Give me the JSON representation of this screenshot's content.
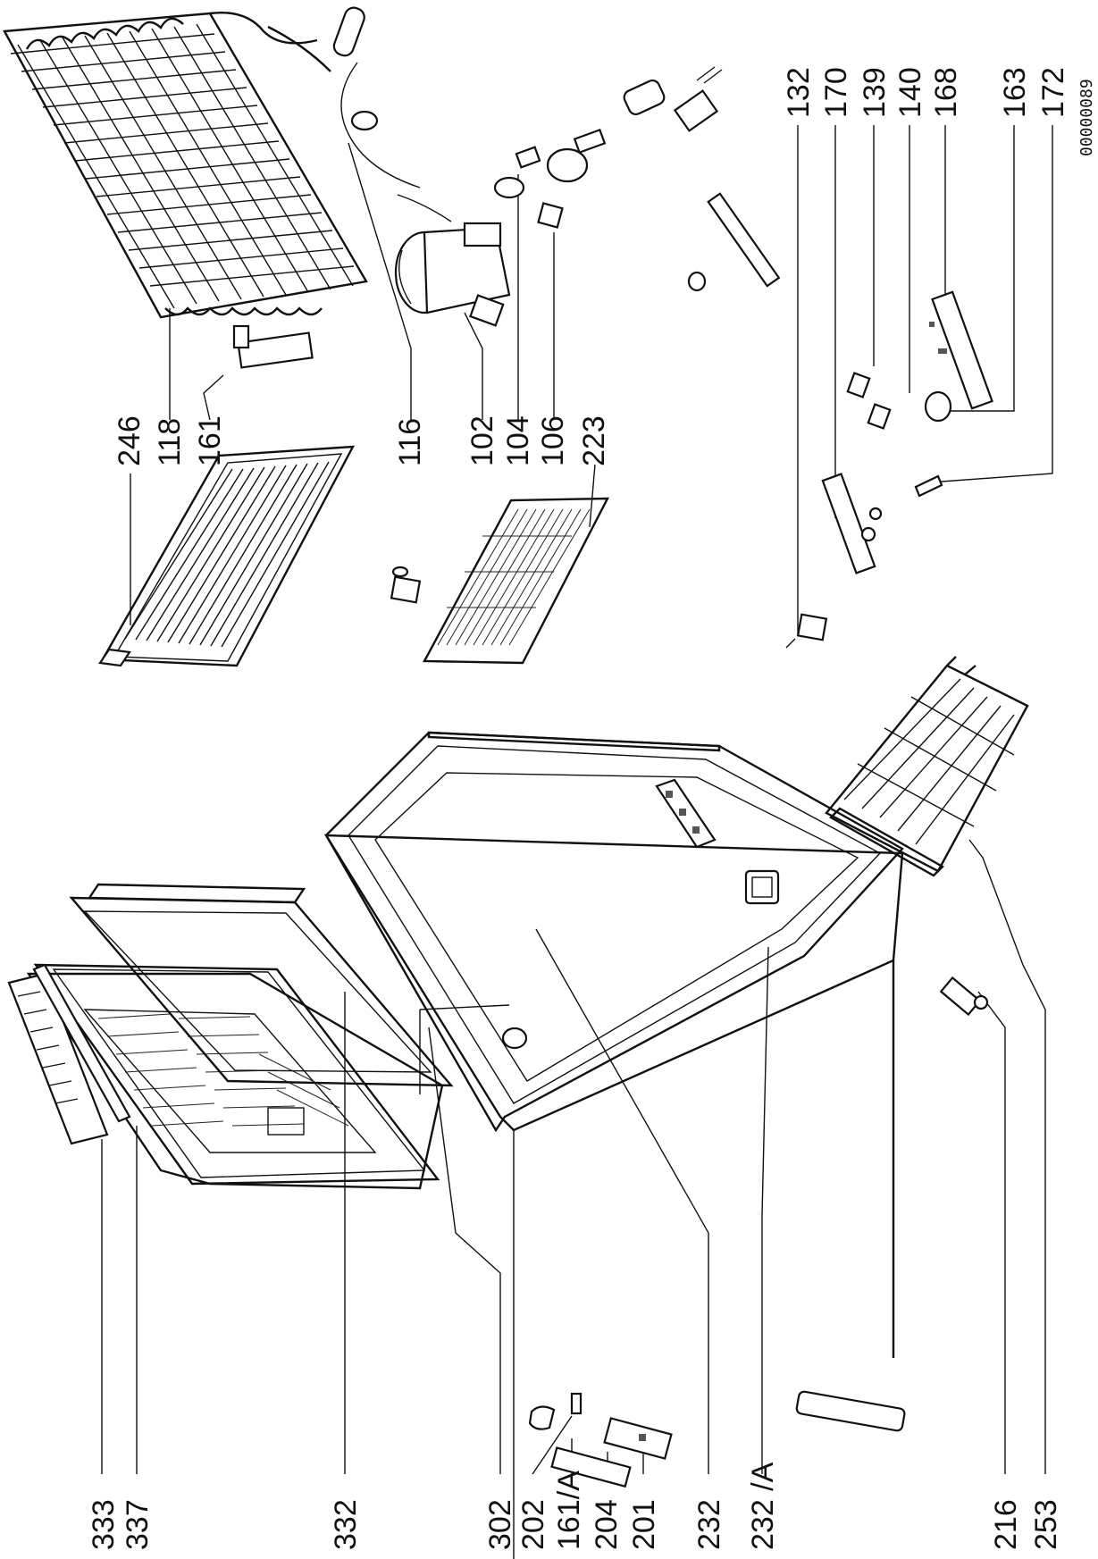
{
  "document": {
    "id": "00000089"
  },
  "labels": {
    "p333": "333",
    "p337": "337",
    "p332": "332",
    "p302": "302",
    "p202": "202",
    "p161a": "161/A",
    "p204": "204",
    "p201": "201",
    "p232": "232",
    "p232a": "232 /A",
    "p216": "216",
    "p253": "253",
    "p246": "246",
    "p118": "118",
    "p161": "161",
    "p116": "116",
    "p102": "102",
    "p104": "104",
    "p106": "106",
    "p223": "223",
    "p132": "132",
    "p170": "170",
    "p139": "139",
    "p140": "140",
    "p168": "168",
    "p163": "163",
    "p172": "172"
  }
}
